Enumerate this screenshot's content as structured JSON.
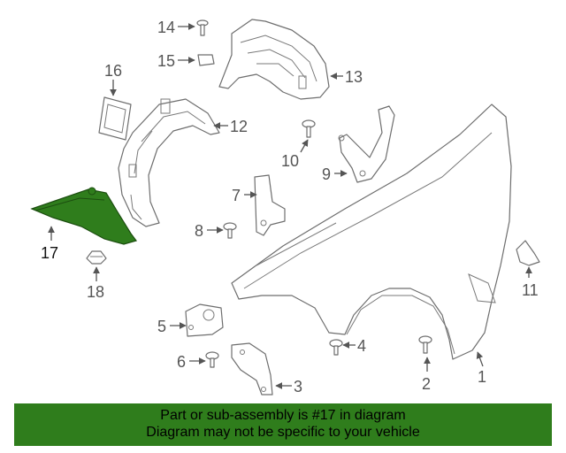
{
  "diagram": {
    "highlight_color": "#2f7d1c",
    "callouts": [
      "1",
      "2",
      "3",
      "4",
      "5",
      "6",
      "7",
      "8",
      "9",
      "10",
      "11",
      "12",
      "13",
      "14",
      "15",
      "16",
      "17",
      "18"
    ],
    "highlighted_part": "17"
  },
  "banner": {
    "line1": "Part or sub-assembly is #17 in diagram",
    "line2": "Diagram may not be specific to your vehicle",
    "background": "#2f7d1c"
  }
}
